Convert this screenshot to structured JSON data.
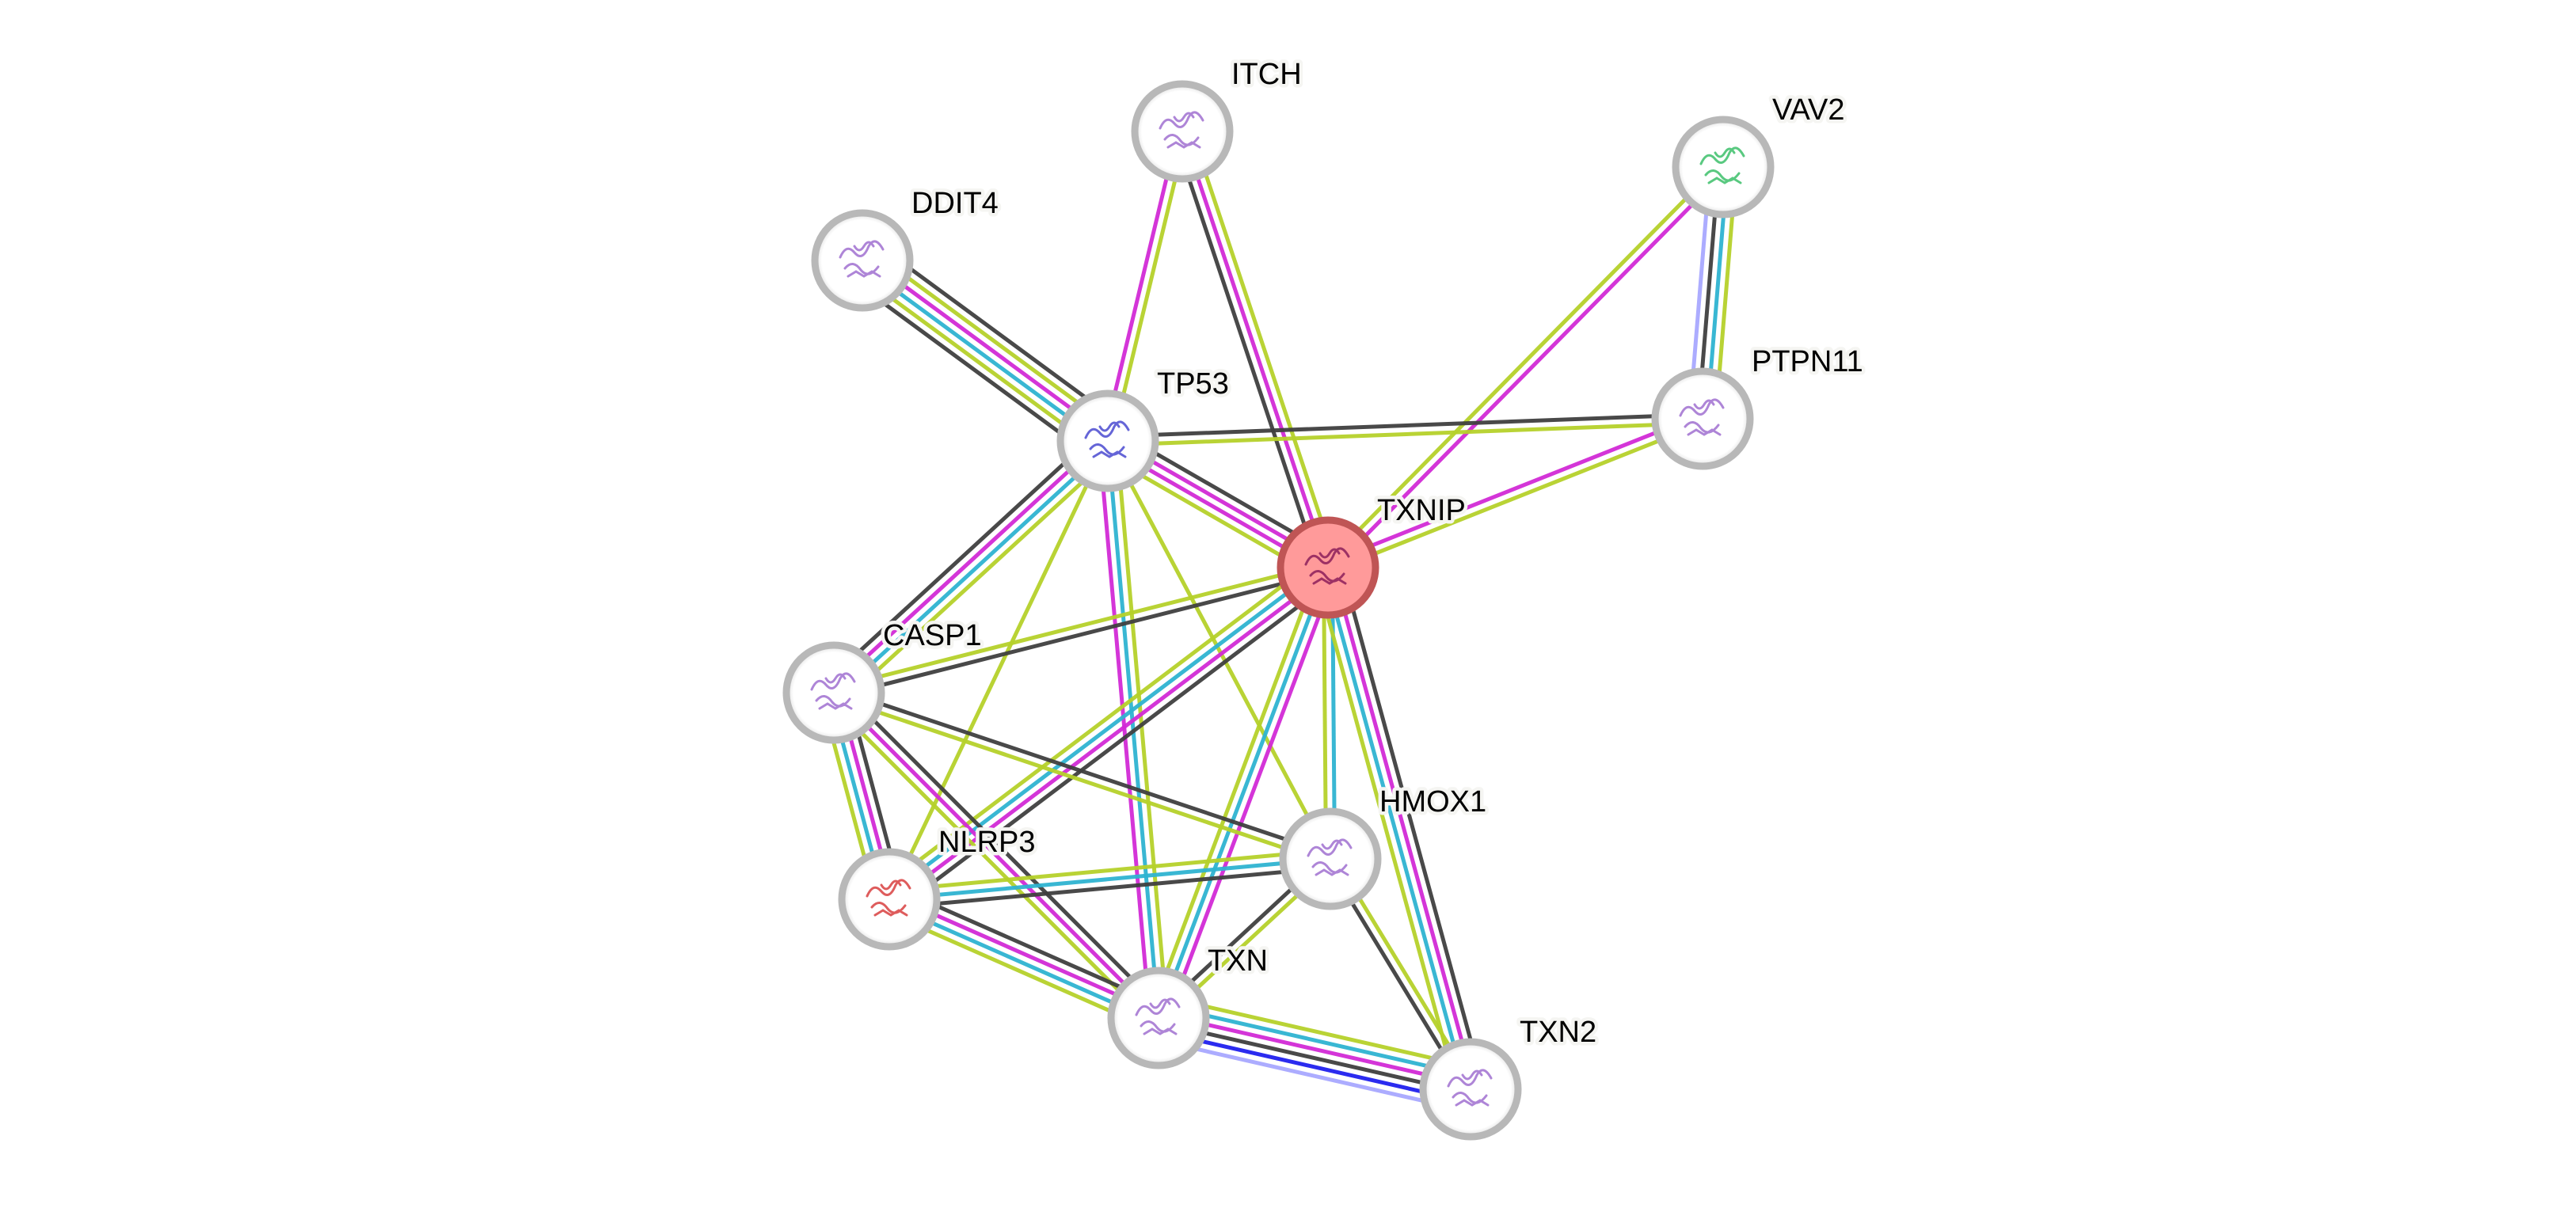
{
  "diagram": {
    "type": "protein-interaction-network",
    "query_protein": "TXNIP",
    "edge_colors": {
      "coexpression": "#3f3f3f",
      "experiments": "#d22ad6",
      "databases": "#2eb3d1",
      "textmining": "#b5d12a",
      "homology": "#a8a8ff",
      "gene_fusion": "#2020ee"
    },
    "node_style": {
      "default_fill": "#ffffff",
      "default_ring": "#b8b8b8",
      "query_fill": "#ff9a9a",
      "query_ring": "#bf5555"
    },
    "nodes": [
      {
        "id": "TXNIP",
        "label": "TXNIP",
        "query": true,
        "structure_color": "#8c1f5a"
      },
      {
        "id": "TP53",
        "label": "TP53",
        "query": false,
        "structure_color": "#4a4ad0"
      },
      {
        "id": "ITCH",
        "label": "ITCH",
        "query": false,
        "structure_color": "#a070d0"
      },
      {
        "id": "VAV2",
        "label": "VAV2",
        "query": false,
        "structure_color": "#3cbf6a"
      },
      {
        "id": "PTPN11",
        "label": "PTPN11",
        "query": false,
        "structure_color": "#a070d0"
      },
      {
        "id": "DDIT4",
        "label": "DDIT4",
        "query": false,
        "structure_color": "#a070d0"
      },
      {
        "id": "CASP1",
        "label": "CASP1",
        "query": false,
        "structure_color": "#a070d0"
      },
      {
        "id": "NLRP3",
        "label": "NLRP3",
        "query": false,
        "structure_color": "#d84040"
      },
      {
        "id": "HMOX1",
        "label": "HMOX1",
        "query": false,
        "structure_color": "#a070d0"
      },
      {
        "id": "TXN",
        "label": "TXN",
        "query": false,
        "structure_color": "#a070d0"
      },
      {
        "id": "TXN2",
        "label": "TXN2",
        "query": false,
        "structure_color": "#a070d0"
      }
    ],
    "edges": [
      {
        "source": "TXNIP",
        "target": "ITCH",
        "evidence": [
          "coexpression",
          "experiments",
          "textmining"
        ]
      },
      {
        "source": "TP53",
        "target": "ITCH",
        "evidence": [
          "experiments",
          "textmining"
        ]
      },
      {
        "source": "TXNIP",
        "target": "VAV2",
        "evidence": [
          "textmining",
          "experiments"
        ]
      },
      {
        "source": "VAV2",
        "target": "PTPN11",
        "evidence": [
          "textmining",
          "databases",
          "coexpression",
          "homology"
        ]
      },
      {
        "source": "TP53",
        "target": "PTPN11",
        "evidence": [
          "coexpression",
          "textmining"
        ]
      },
      {
        "source": "TXNIP",
        "target": "PTPN11",
        "evidence": [
          "experiments",
          "textmining"
        ]
      },
      {
        "source": "DDIT4",
        "target": "TP53",
        "evidence": [
          "coexpression",
          "textmining",
          "experiments",
          "databases",
          "textmining",
          "coexpression"
        ]
      },
      {
        "source": "TP53",
        "target": "TXNIP",
        "evidence": [
          "coexpression",
          "experiments",
          "experiments",
          "textmining"
        ]
      },
      {
        "source": "TP53",
        "target": "CASP1",
        "evidence": [
          "textmining",
          "databases",
          "experiments",
          "coexpression"
        ]
      },
      {
        "source": "TP53",
        "target": "NLRP3",
        "evidence": [
          "textmining"
        ]
      },
      {
        "source": "TP53",
        "target": "TXN",
        "evidence": [
          "textmining",
          "databases",
          "experiments"
        ]
      },
      {
        "source": "TP53",
        "target": "HMOX1",
        "evidence": [
          "textmining"
        ]
      },
      {
        "source": "TXNIP",
        "target": "CASP1",
        "evidence": [
          "coexpression",
          "textmining"
        ]
      },
      {
        "source": "TXNIP",
        "target": "NLRP3",
        "evidence": [
          "coexpression",
          "experiments",
          "databases",
          "textmining"
        ]
      },
      {
        "source": "TXNIP",
        "target": "TXN",
        "evidence": [
          "experiments",
          "databases",
          "textmining"
        ]
      },
      {
        "source": "TXNIP",
        "target": "HMOX1",
        "evidence": [
          "databases",
          "textmining"
        ]
      },
      {
        "source": "TXNIP",
        "target": "TXN2",
        "evidence": [
          "coexpression",
          "experiments",
          "databases",
          "textmining"
        ]
      },
      {
        "source": "CASP1",
        "target": "NLRP3",
        "evidence": [
          "coexpression",
          "experiments",
          "databases",
          "textmining"
        ]
      },
      {
        "source": "CASP1",
        "target": "HMOX1",
        "evidence": [
          "coexpression",
          "textmining"
        ]
      },
      {
        "source": "CASP1",
        "target": "TXN",
        "evidence": [
          "coexpression",
          "experiments",
          "textmining"
        ]
      },
      {
        "source": "NLRP3",
        "target": "HMOX1",
        "evidence": [
          "textmining",
          "databases",
          "coexpression"
        ]
      },
      {
        "source": "NLRP3",
        "target": "TXN",
        "evidence": [
          "coexpression",
          "experiments",
          "databases",
          "textmining"
        ]
      },
      {
        "source": "HMOX1",
        "target": "TXN",
        "evidence": [
          "textmining",
          "coexpression"
        ]
      },
      {
        "source": "HMOX1",
        "target": "TXN2",
        "evidence": [
          "textmining",
          "coexpression"
        ]
      },
      {
        "source": "TXN",
        "target": "TXN2",
        "evidence": [
          "textmining",
          "databases",
          "experiments",
          "coexpression",
          "gene_fusion",
          "homology"
        ]
      }
    ]
  }
}
